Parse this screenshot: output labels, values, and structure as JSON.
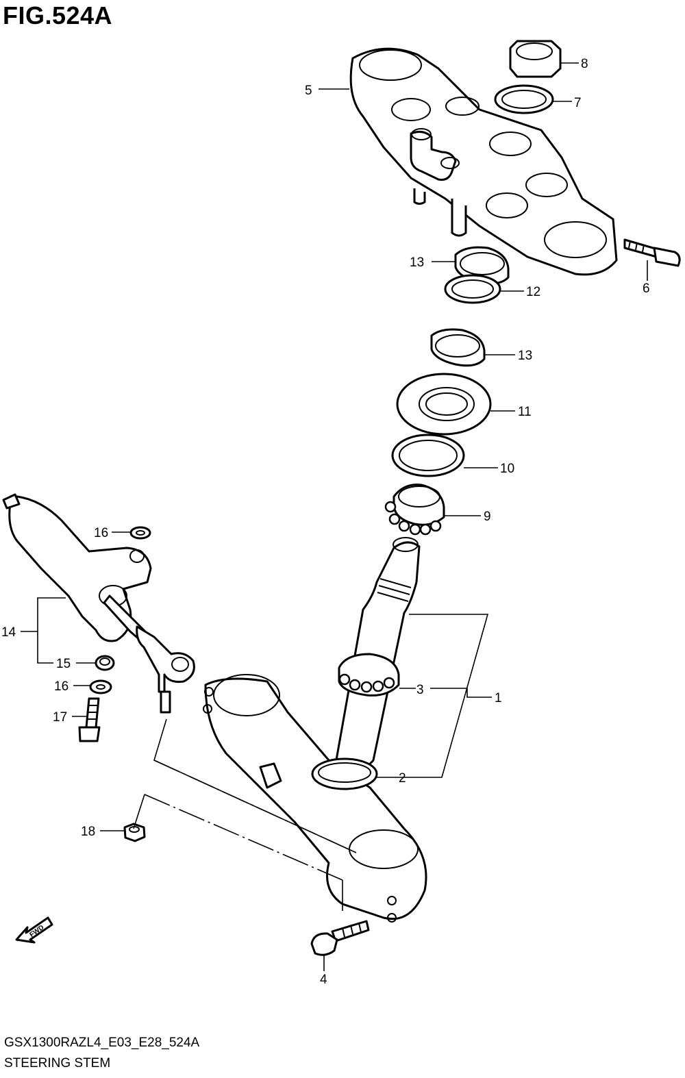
{
  "figure": {
    "title": "FIG.524A",
    "model_code": "GSX1300RAZL4_E03_E28_524A",
    "section_name": "STEERING STEM",
    "direction_marker": "FWD"
  },
  "callouts": [
    {
      "id": "c1",
      "label": "1"
    },
    {
      "id": "c2",
      "label": "2"
    },
    {
      "id": "c3",
      "label": "3"
    },
    {
      "id": "c4",
      "label": "4"
    },
    {
      "id": "c5",
      "label": "5"
    },
    {
      "id": "c6",
      "label": "6"
    },
    {
      "id": "c7",
      "label": "7"
    },
    {
      "id": "c8",
      "label": "8"
    },
    {
      "id": "c9",
      "label": "9"
    },
    {
      "id": "c10",
      "label": "10"
    },
    {
      "id": "c11",
      "label": "11"
    },
    {
      "id": "c12",
      "label": "12"
    },
    {
      "id": "c13a",
      "label": "13"
    },
    {
      "id": "c13b",
      "label": "13"
    },
    {
      "id": "c14",
      "label": "14"
    },
    {
      "id": "c15",
      "label": "15"
    },
    {
      "id": "c16a",
      "label": "16"
    },
    {
      "id": "c16b",
      "label": "16"
    },
    {
      "id": "c17",
      "label": "17"
    },
    {
      "id": "c18",
      "label": "18"
    }
  ]
}
